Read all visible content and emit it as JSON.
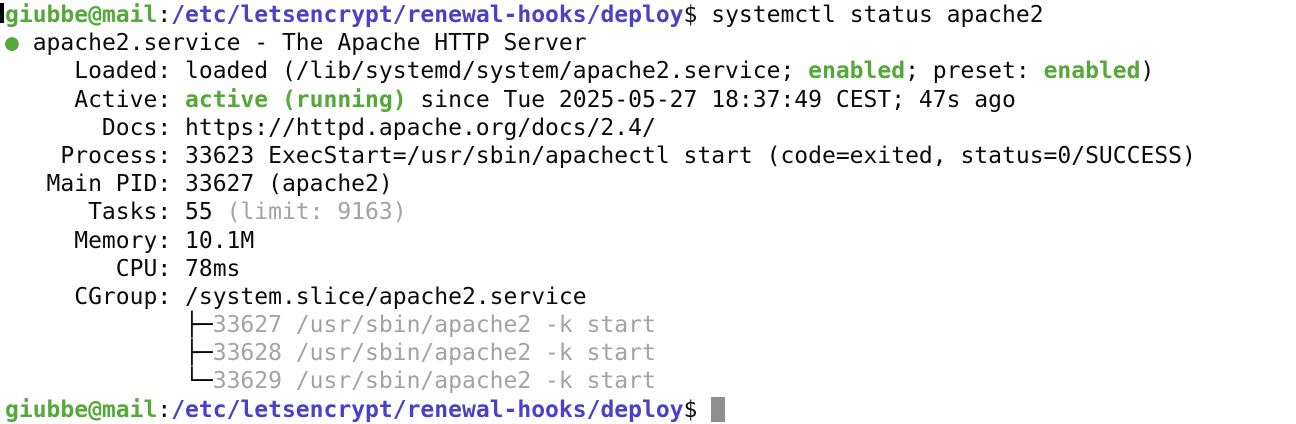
{
  "app": {
    "type": "terminal",
    "shell_command": "systemctl status apache2"
  },
  "colors": {
    "background": "#ffffff",
    "foreground": "#0b0b0b",
    "green": "#55a83a",
    "blue": "#4c40c6",
    "gray": "#a3a3a3",
    "cursor": "#8e8e8e"
  },
  "terminal": {
    "lines": [
      {
        "name": "prompt-command-line",
        "segments": [
          {
            "name": "username-host",
            "style": "user",
            "text": "giubbe@mail"
          },
          {
            "name": "prompt-separator",
            "style": "plain",
            "text": ":"
          },
          {
            "name": "working-directory",
            "style": "path",
            "text": "/etc/letsencrypt/renewal-hooks/deploy"
          },
          {
            "name": "command-text",
            "style": "plain",
            "text": "$ systemctl status apache2"
          }
        ]
      },
      {
        "name": "unit-header-line",
        "segments": [
          {
            "name": "active-status-dot-icon",
            "style": "bullet",
            "text": "●"
          },
          {
            "name": "unit-title",
            "style": "plain",
            "text": " apache2.service - The Apache HTTP Server"
          }
        ]
      },
      {
        "name": "loaded-line",
        "segments": [
          {
            "name": "loaded-label-and-path",
            "style": "plain",
            "text": "     Loaded: loaded (/lib/systemd/system/apache2.service; "
          },
          {
            "name": "enabled-state",
            "style": "status",
            "text": "enabled"
          },
          {
            "name": "preset-label",
            "style": "plain",
            "text": "; preset: "
          },
          {
            "name": "preset-state",
            "style": "status",
            "text": "enabled"
          },
          {
            "name": "closing-paren",
            "style": "plain",
            "text": ")"
          }
        ]
      },
      {
        "name": "active-line",
        "segments": [
          {
            "name": "active-label",
            "style": "plain",
            "text": "     Active: "
          },
          {
            "name": "active-state",
            "style": "status",
            "text": "active (running)"
          },
          {
            "name": "active-since",
            "style": "plain",
            "text": " since Tue 2025-05-27 18:37:49 CEST; 47s ago"
          }
        ]
      },
      {
        "name": "docs-line",
        "segments": [
          {
            "name": "docs-text",
            "style": "plain",
            "text": "       Docs: https://httpd.apache.org/docs/2.4/"
          }
        ]
      },
      {
        "name": "process-line",
        "segments": [
          {
            "name": "process-text",
            "style": "plain",
            "text": "    Process: 33623 ExecStart=/usr/sbin/apachectl start (code=exited, status=0/SUCCESS)"
          }
        ]
      },
      {
        "name": "main-pid-line",
        "segments": [
          {
            "name": "main-pid-text",
            "style": "plain",
            "text": "   Main PID: 33627 (apache2)"
          }
        ]
      },
      {
        "name": "tasks-line",
        "segments": [
          {
            "name": "tasks-text",
            "style": "plain",
            "text": "      Tasks: 55 "
          },
          {
            "name": "tasks-limit",
            "style": "muted",
            "text": "(limit: 9163)"
          }
        ]
      },
      {
        "name": "memory-line",
        "segments": [
          {
            "name": "memory-text",
            "style": "plain",
            "text": "     Memory: 10.1M"
          }
        ]
      },
      {
        "name": "cpu-line",
        "segments": [
          {
            "name": "cpu-text",
            "style": "plain",
            "text": "        CPU: 78ms"
          }
        ]
      },
      {
        "name": "cgroup-line",
        "segments": [
          {
            "name": "cgroup-text",
            "style": "plain",
            "text": "     CGroup: /system.slice/apache2.service"
          }
        ]
      },
      {
        "name": "cgroup-child-1",
        "segments": [
          {
            "name": "indent",
            "style": "plain",
            "text": "             "
          },
          {
            "name": "tree-branch-glyph",
            "style": "tree",
            "text": "├─"
          },
          {
            "name": "child-process",
            "style": "muted",
            "text": "33627 /usr/sbin/apache2 -k start"
          }
        ]
      },
      {
        "name": "cgroup-child-2",
        "segments": [
          {
            "name": "indent",
            "style": "plain",
            "text": "             "
          },
          {
            "name": "tree-branch-glyph",
            "style": "tree",
            "text": "├─"
          },
          {
            "name": "child-process",
            "style": "muted",
            "text": "33628 /usr/sbin/apache2 -k start"
          }
        ]
      },
      {
        "name": "cgroup-child-3",
        "segments": [
          {
            "name": "indent",
            "style": "plain",
            "text": "             "
          },
          {
            "name": "tree-end-glyph",
            "style": "tree",
            "text": "└─"
          },
          {
            "name": "child-process",
            "style": "muted",
            "text": "33629 /usr/sbin/apache2 -k start"
          }
        ]
      },
      {
        "name": "prompt-line",
        "cursor": true,
        "segments": [
          {
            "name": "username-host",
            "style": "user",
            "text": "giubbe@mail"
          },
          {
            "name": "prompt-separator",
            "style": "plain",
            "text": ":"
          },
          {
            "name": "working-directory",
            "style": "path",
            "text": "/etc/letsencrypt/renewal-hooks/deploy"
          },
          {
            "name": "prompt-dollar",
            "style": "plain",
            "text": "$ "
          }
        ]
      }
    ]
  }
}
